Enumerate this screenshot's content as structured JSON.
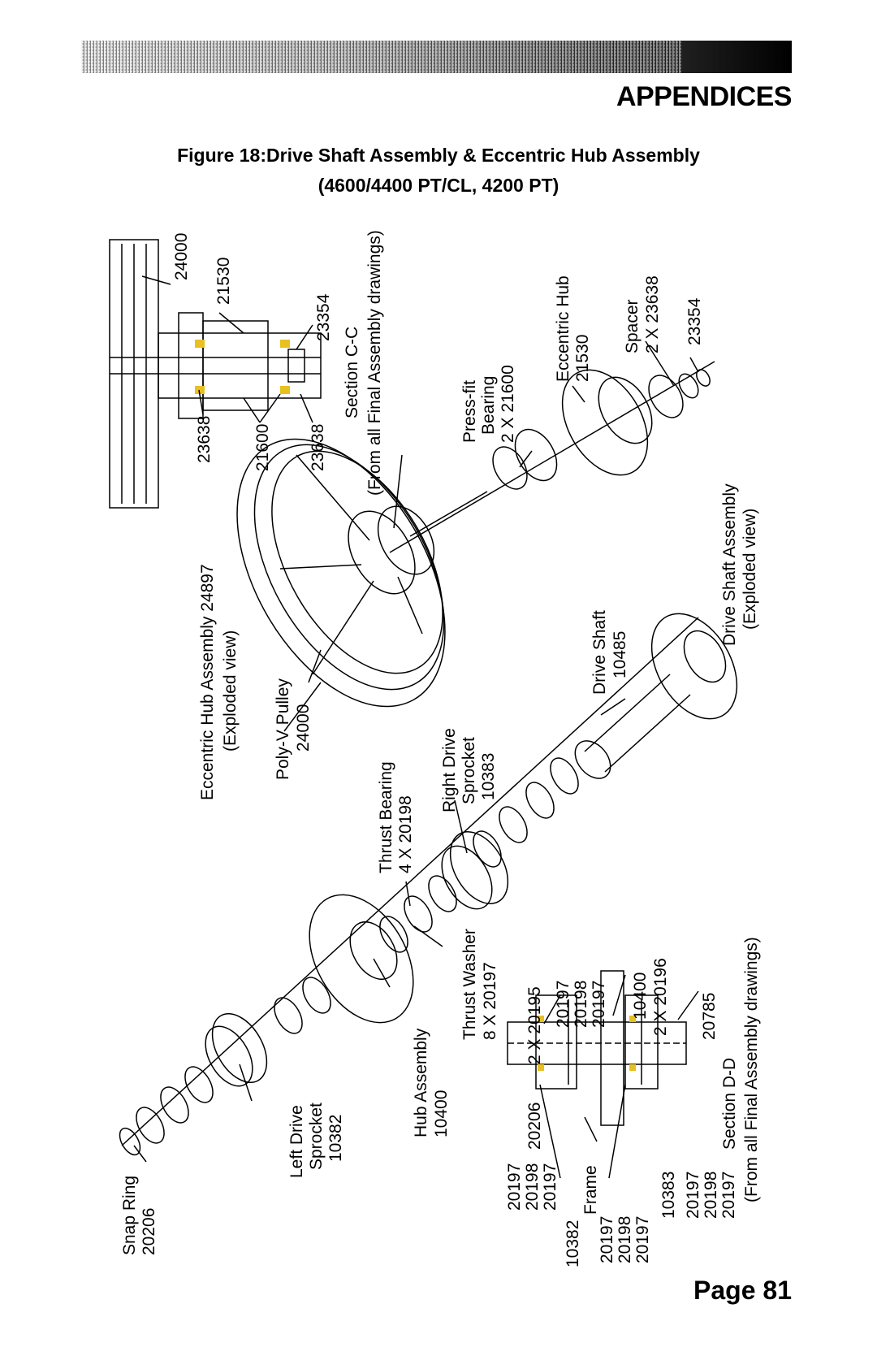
{
  "header": {
    "section_title": "APPENDICES"
  },
  "figure": {
    "title_line1": "Figure 18:Drive Shaft Assembly & Eccentric Hub Assembly",
    "title_line2": "(4600/4400 PT/CL, 4200 PT)"
  },
  "labels": {
    "top_24000": "24000",
    "top_21530": "21530",
    "top_23354": "23354",
    "top_23638a": "23638",
    "top_21600": "21600",
    "top_23638b": "23638",
    "section_cc": "Section C-C",
    "from_final_cc": "(From all Final Assembly drawings)",
    "press_fit_1": "Press-fit",
    "press_fit_2": "Bearing",
    "press_fit_3": "2 X 21600",
    "ecc_hub_1": "Eccentric Hub",
    "ecc_hub_2": "21530",
    "spacer_1": "Spacer",
    "spacer_2": "2 X 23638",
    "right_23354": "23354",
    "eha_1": "Eccentric Hub Assembly 24897",
    "eha_2": "(Exploded view)",
    "pulley_1": "Poly-V Pulley",
    "pulley_2": "24000",
    "ds_1": "Drive Shaft",
    "ds_2": "10485",
    "dsa_1": "Drive Shaft Assembly",
    "dsa_2": "(Exploded view)",
    "rds_1": "Right Drive",
    "rds_2": "Sprocket",
    "rds_3": "10383",
    "tb_1": "Thrust Bearing",
    "tb_2": "4 X 20198",
    "tw_1": "Thrust Washer",
    "tw_2": "8 X 20197",
    "hub_1": "Hub Assembly",
    "hub_2": "10400",
    "lds_1": "Left Drive",
    "lds_2": "Sprocket",
    "lds_3": "10382",
    "snap_1": "Snap Ring",
    "snap_2": "20206",
    "dd_2x20195": "2 X 20195",
    "dd_20197a": "20197",
    "dd_20198a": "20198",
    "dd_20197b": "20197",
    "dd_10400": "10400",
    "dd_2x20196": "2 X 20196",
    "dd_20785": "20785",
    "dd_20206": "20206",
    "section_dd": "Section D-D",
    "from_final_dd": "(From all Final Assembly drawings)",
    "dd_l1_20197": "20197",
    "dd_l1_20198": "20198",
    "dd_l1_20197b": "20197",
    "dd_10382": "10382",
    "dd_frame": "Frame",
    "dd_l2_20197": "20197",
    "dd_l2_20198": "20198",
    "dd_l2_20197b": "20197",
    "dd_10383": "10383",
    "dd_r_20197": "20197",
    "dd_r_20198": "20198",
    "dd_r_20197b": "20197"
  },
  "footer": {
    "page": "Page 81"
  }
}
